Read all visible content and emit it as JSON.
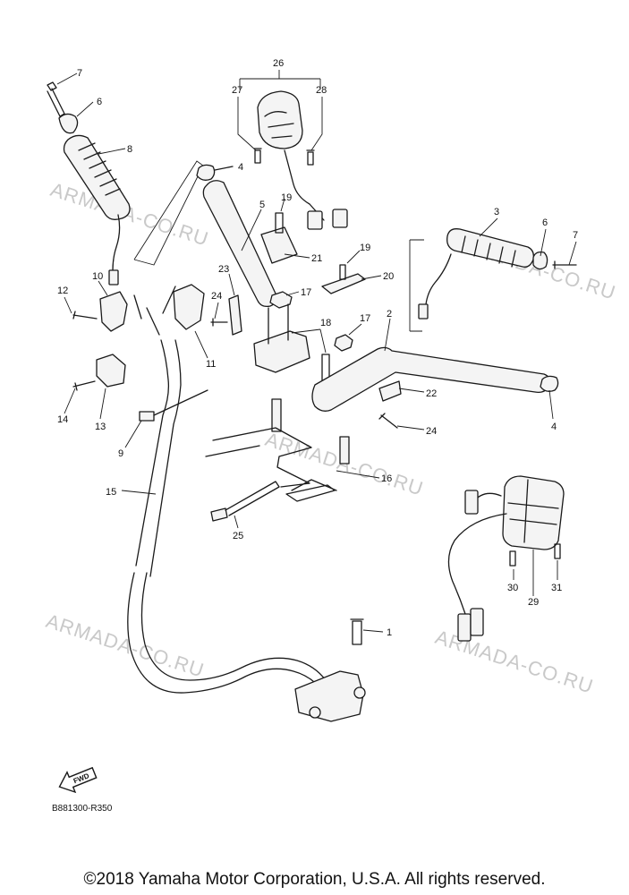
{
  "callouts": {
    "c1": "1",
    "c2": "2",
    "c3": "3",
    "c4a": "4",
    "c4b": "4",
    "c5": "5",
    "c6a": "6",
    "c6b": "6",
    "c7a": "7",
    "c7b": "7",
    "c8": "8",
    "c9": "9",
    "c10": "10",
    "c11": "11",
    "c12": "12",
    "c13": "13",
    "c14": "14",
    "c15": "15",
    "c16": "16",
    "c17a": "17",
    "c17b": "17",
    "c18": "18",
    "c19a": "19",
    "c19b": "19",
    "c20": "20",
    "c21": "21",
    "c22": "22",
    "c23": "23",
    "c24a": "24",
    "c24b": "24",
    "c25": "25",
    "c26": "26",
    "c27": "27",
    "c28": "28",
    "c29": "29",
    "c30": "30",
    "c31": "31"
  },
  "watermark": "ARMADA-CO.RU",
  "fwd_label": "FWD",
  "diagram_code": "B881300-R350",
  "copyright": "©2018 Yamaha Motor Corporation, U.S.A. All rights reserved.",
  "colors": {
    "line": "#1a1a1a",
    "watermark": "#c9c9c9",
    "background": "#ffffff"
  }
}
